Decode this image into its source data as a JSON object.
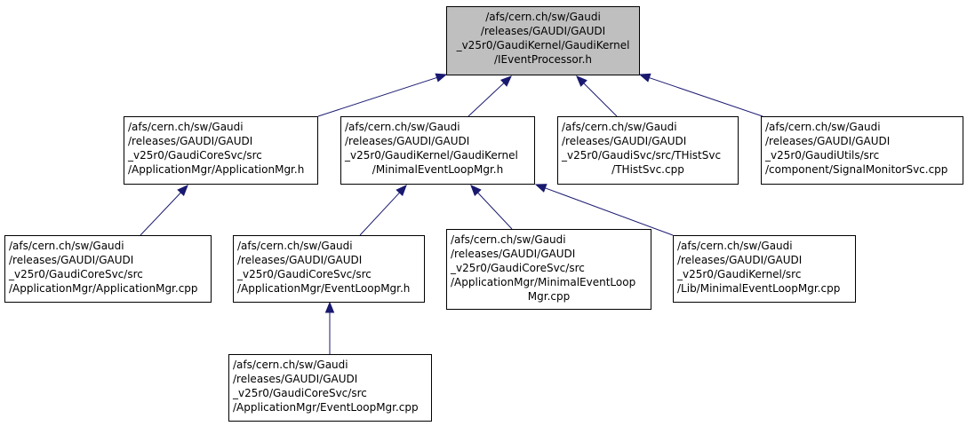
{
  "colors": {
    "edge": "#191970",
    "root_fill": "#bfbfbf",
    "node_fill": "#ffffff",
    "border": "#000000"
  },
  "nodes": [
    {
      "id": "root",
      "lines": [
        "/afs/cern.ch/sw/Gaudi",
        "/releases/GAUDI/GAUDI",
        "_v25r0/GaudiKernel/GaudiKernel",
        "/IEventProcessor.h"
      ]
    },
    {
      "id": "appmgr-h",
      "lines": [
        "/afs/cern.ch/sw/Gaudi",
        "/releases/GAUDI/GAUDI",
        "_v25r0/GaudiCoreSvc/src",
        "/ApplicationMgr/ApplicationMgr.h"
      ]
    },
    {
      "id": "minimal-h",
      "lines": [
        "/afs/cern.ch/sw/Gaudi",
        "/releases/GAUDI/GAUDI",
        "_v25r0/GaudiKernel/GaudiKernel",
        "/MinimalEventLoopMgr.h"
      ]
    },
    {
      "id": "thistsvc",
      "lines": [
        "/afs/cern.ch/sw/Gaudi",
        "/releases/GAUDI/GAUDI",
        "_v25r0/GaudiSvc/src/THistSvc",
        "/THistSvc.cpp"
      ]
    },
    {
      "id": "signalmon",
      "lines": [
        "/afs/cern.ch/sw/Gaudi",
        "/releases/GAUDI/GAUDI",
        "_v25r0/GaudiUtils/src",
        "/component/SignalMonitorSvc.cpp"
      ]
    },
    {
      "id": "appmgr-cpp",
      "lines": [
        "/afs/cern.ch/sw/Gaudi",
        "/releases/GAUDI/GAUDI",
        "_v25r0/GaudiCoreSvc/src",
        "/ApplicationMgr/ApplicationMgr.cpp"
      ]
    },
    {
      "id": "evtloop-h",
      "lines": [
        "/afs/cern.ch/sw/Gaudi",
        "/releases/GAUDI/GAUDI",
        "_v25r0/GaudiCoreSvc/src",
        "/ApplicationMgr/EventLoopMgr.h"
      ]
    },
    {
      "id": "minimal-app-cpp",
      "lines": [
        "/afs/cern.ch/sw/Gaudi",
        "/releases/GAUDI/GAUDI",
        "_v25r0/GaudiCoreSvc/src",
        "/ApplicationMgr/MinimalEventLoop",
        "Mgr.cpp"
      ]
    },
    {
      "id": "minimal-lib-cpp",
      "lines": [
        "/afs/cern.ch/sw/Gaudi",
        "/releases/GAUDI/GAUDI",
        "_v25r0/GaudiKernel/src",
        "/Lib/MinimalEventLoopMgr.cpp"
      ]
    },
    {
      "id": "evtloop-cpp",
      "lines": [
        "/afs/cern.ch/sw/Gaudi",
        "/releases/GAUDI/GAUDI",
        "_v25r0/GaudiCoreSvc/src",
        "/ApplicationMgr/EventLoopMgr.cpp"
      ]
    }
  ],
  "edges": [
    {
      "from": "appmgr-h",
      "to": "root"
    },
    {
      "from": "minimal-h",
      "to": "root"
    },
    {
      "from": "thistsvc",
      "to": "root"
    },
    {
      "from": "signalmon",
      "to": "root"
    },
    {
      "from": "appmgr-cpp",
      "to": "appmgr-h"
    },
    {
      "from": "evtloop-h",
      "to": "minimal-h"
    },
    {
      "from": "minimal-app-cpp",
      "to": "minimal-h"
    },
    {
      "from": "minimal-lib-cpp",
      "to": "minimal-h"
    },
    {
      "from": "evtloop-cpp",
      "to": "evtloop-h"
    }
  ]
}
